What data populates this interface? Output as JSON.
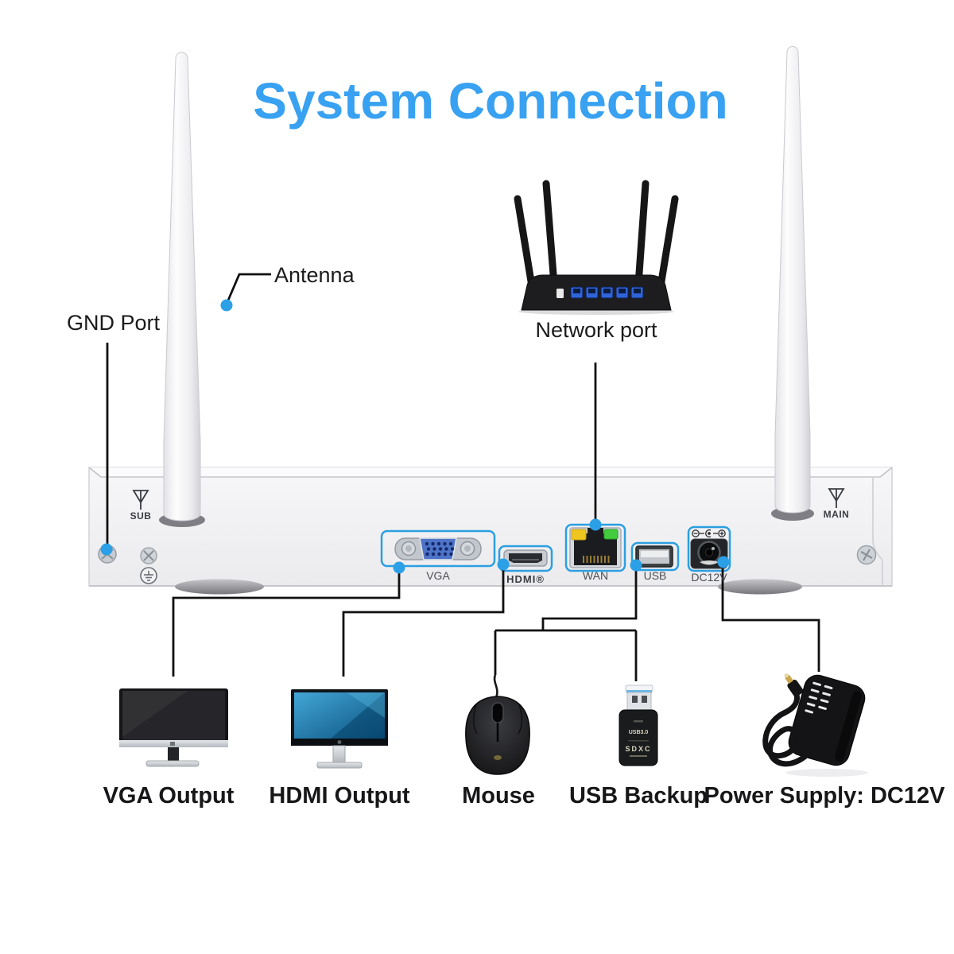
{
  "title": {
    "text": "System Connection"
  },
  "callouts": {
    "antenna": "Antenna",
    "gnd": "GND Port",
    "network": "Network port"
  },
  "device": {
    "antenna_markings": {
      "sub": "SUB",
      "main": "MAIN"
    },
    "ports": {
      "vga": "VGA",
      "hdmi": "HDMI®",
      "wan": "WAN",
      "usb": "USB",
      "dc12v": "DC12V"
    }
  },
  "usb_reader": {
    "top": "USB3.0",
    "bottom": "SDXC"
  },
  "peripheral_labels": {
    "vga": "VGA Output",
    "hdmi": "HDMI Output",
    "mouse": "Mouse",
    "usb": "USB Backup",
    "power": "Power Supply: DC12V"
  },
  "colors": {
    "title_blue": "#38a1f1",
    "port_outline_blue": "#2b9fe0",
    "connector_dot_blue": "#2ba0e6",
    "line_black": "#101010",
    "wan_led_yellow": "#efc51f",
    "wan_led_green": "#43cd3e",
    "vga_connector_blue": "#4e74c8"
  }
}
